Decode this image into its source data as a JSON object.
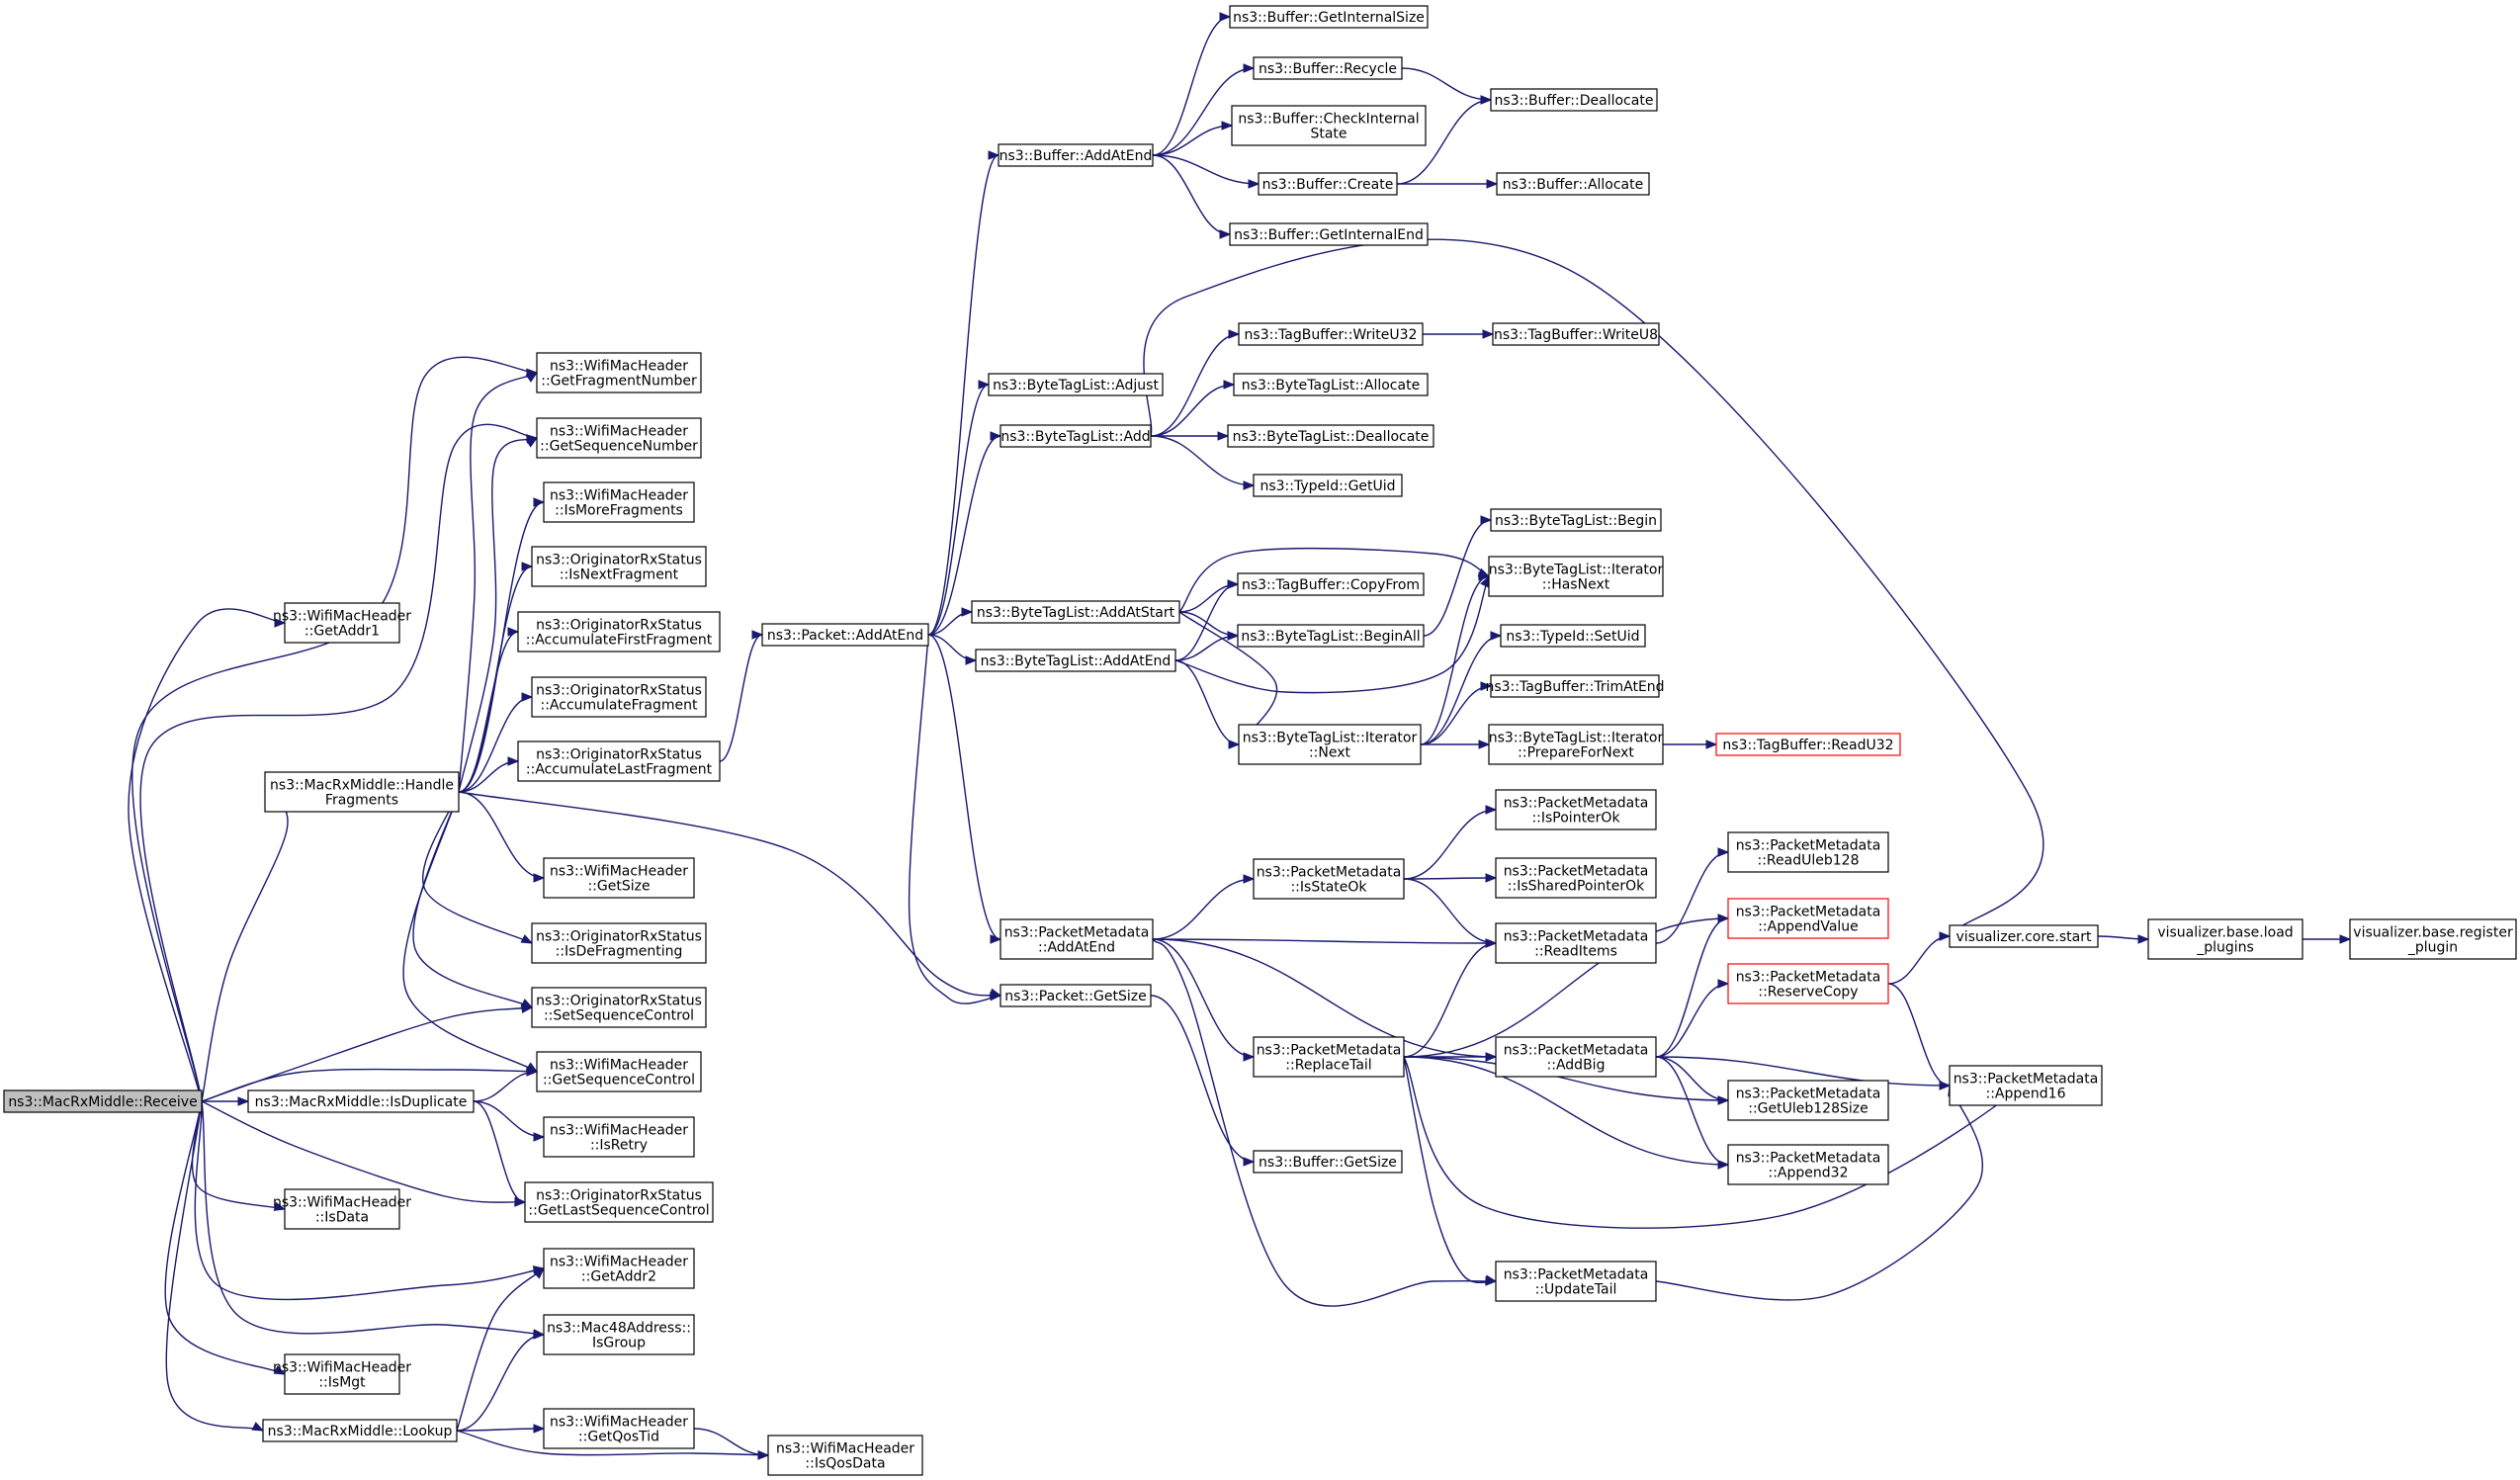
{
  "nodes": [
    {
      "id": "receive",
      "lines": [
        "ns3::MacRxMiddle::Receive"
      ],
      "style": "highlight"
    },
    {
      "id": "getaddr1",
      "lines": [
        "ns3::WifiMacHeader",
        "::GetAddr1"
      ]
    },
    {
      "id": "handlefrag",
      "lines": [
        "ns3::MacRxMiddle::Handle",
        "Fragments"
      ]
    },
    {
      "id": "isduplicate",
      "lines": [
        "ns3::MacRxMiddle::IsDuplicate"
      ]
    },
    {
      "id": "isdata",
      "lines": [
        "ns3::WifiMacHeader",
        "::IsData"
      ]
    },
    {
      "id": "ismgt",
      "lines": [
        "ns3::WifiMacHeader",
        "::IsMgt"
      ]
    },
    {
      "id": "lookup",
      "lines": [
        "ns3::MacRxMiddle::Lookup"
      ]
    },
    {
      "id": "getfragnum",
      "lines": [
        "ns3::WifiMacHeader",
        "::GetFragmentNumber"
      ]
    },
    {
      "id": "getseqnum",
      "lines": [
        "ns3::WifiMacHeader",
        "::GetSequenceNumber"
      ]
    },
    {
      "id": "ismorefrag",
      "lines": [
        "ns3::WifiMacHeader",
        "::IsMoreFragments"
      ]
    },
    {
      "id": "isnextfrag",
      "lines": [
        "ns3::OriginatorRxStatus",
        "::IsNextFragment"
      ]
    },
    {
      "id": "accfirst",
      "lines": [
        "ns3::OriginatorRxStatus",
        "::AccumulateFirstFragment"
      ]
    },
    {
      "id": "accfrag",
      "lines": [
        "ns3::OriginatorRxStatus",
        "::AccumulateFragment"
      ]
    },
    {
      "id": "acclast",
      "lines": [
        "ns3::OriginatorRxStatus",
        "::AccumulateLastFragment"
      ]
    },
    {
      "id": "getsize_w",
      "lines": [
        "ns3::WifiMacHeader",
        "::GetSize"
      ]
    },
    {
      "id": "isdefrag",
      "lines": [
        "ns3::OriginatorRxStatus",
        "::IsDeFragmenting"
      ]
    },
    {
      "id": "setseqctl",
      "lines": [
        "ns3::OriginatorRxStatus",
        "::SetSequenceControl"
      ]
    },
    {
      "id": "getseqctl",
      "lines": [
        "ns3::WifiMacHeader",
        "::GetSequenceControl"
      ]
    },
    {
      "id": "isretry",
      "lines": [
        "ns3::WifiMacHeader",
        "::IsRetry"
      ]
    },
    {
      "id": "getlastseqctl",
      "lines": [
        "ns3::OriginatorRxStatus",
        "::GetLastSequenceControl"
      ]
    },
    {
      "id": "getaddr2",
      "lines": [
        "ns3::WifiMacHeader",
        "::GetAddr2"
      ]
    },
    {
      "id": "isgroup",
      "lines": [
        "ns3::Mac48Address::",
        "IsGroup"
      ]
    },
    {
      "id": "getqostid",
      "lines": [
        "ns3::WifiMacHeader",
        "::GetQosTid"
      ]
    },
    {
      "id": "isqosdata",
      "lines": [
        "ns3::WifiMacHeader",
        "::IsQosData"
      ]
    },
    {
      "id": "pkt_addatend",
      "lines": [
        "ns3::Packet::AddAtEnd"
      ]
    },
    {
      "id": "pkt_getsize",
      "lines": [
        "ns3::Packet::GetSize"
      ]
    },
    {
      "id": "buf_addatend",
      "lines": [
        "ns3::Buffer::AddAtEnd"
      ]
    },
    {
      "id": "btl_adjust",
      "lines": [
        "ns3::ByteTagList::Adjust"
      ]
    },
    {
      "id": "btl_add",
      "lines": [
        "ns3::ByteTagList::Add"
      ]
    },
    {
      "id": "btl_addatstart",
      "lines": [
        "ns3::ByteTagList::AddAtStart"
      ]
    },
    {
      "id": "btl_addatend",
      "lines": [
        "ns3::ByteTagList::AddAtEnd"
      ]
    },
    {
      "id": "pm_addatend",
      "lines": [
        "ns3::PacketMetadata",
        "::AddAtEnd"
      ]
    },
    {
      "id": "buf_getinternalsize",
      "lines": [
        "ns3::Buffer::GetInternalSize"
      ]
    },
    {
      "id": "buf_recycle",
      "lines": [
        "ns3::Buffer::Recycle"
      ]
    },
    {
      "id": "buf_checkinternal",
      "lines": [
        "ns3::Buffer::CheckInternal",
        "State"
      ]
    },
    {
      "id": "buf_create",
      "lines": [
        "ns3::Buffer::Create"
      ]
    },
    {
      "id": "buf_getinternalend",
      "lines": [
        "ns3::Buffer::GetInternalEnd"
      ]
    },
    {
      "id": "buf_deallocate",
      "lines": [
        "ns3::Buffer::Deallocate"
      ]
    },
    {
      "id": "buf_allocate",
      "lines": [
        "ns3::Buffer::Allocate"
      ]
    },
    {
      "id": "tb_writeu32",
      "lines": [
        "ns3::TagBuffer::WriteU32"
      ]
    },
    {
      "id": "tb_writeu8",
      "lines": [
        "ns3::TagBuffer::WriteU8"
      ]
    },
    {
      "id": "btl_allocate",
      "lines": [
        "ns3::ByteTagList::Allocate"
      ]
    },
    {
      "id": "btl_deallocate",
      "lines": [
        "ns3::ByteTagList::Deallocate"
      ]
    },
    {
      "id": "typeid_getuid",
      "lines": [
        "ns3::TypeId::GetUid"
      ]
    },
    {
      "id": "btl_begin",
      "lines": [
        "ns3::ByteTagList::Begin"
      ]
    },
    {
      "id": "tb_copyfrom",
      "lines": [
        "ns3::TagBuffer::CopyFrom"
      ]
    },
    {
      "id": "btl_it_hasnext",
      "lines": [
        "ns3::ByteTagList::Iterator",
        "::HasNext"
      ]
    },
    {
      "id": "btl_beginall",
      "lines": [
        "ns3::ByteTagList::BeginAll"
      ]
    },
    {
      "id": "typeid_setuid",
      "lines": [
        "ns3::TypeId::SetUid"
      ]
    },
    {
      "id": "tb_trimatend",
      "lines": [
        "ns3::TagBuffer::TrimAtEnd"
      ]
    },
    {
      "id": "btl_it_next",
      "lines": [
        "ns3::ByteTagList::Iterator",
        "::Next"
      ]
    },
    {
      "id": "btl_it_prepare",
      "lines": [
        "ns3::ByteTagList::Iterator",
        "::PrepareForNext"
      ]
    },
    {
      "id": "tb_readu32",
      "lines": [
        "ns3::TagBuffer::ReadU32"
      ],
      "style": "red"
    },
    {
      "id": "pm_ispointerok",
      "lines": [
        "ns3::PacketMetadata",
        "::IsPointerOk"
      ]
    },
    {
      "id": "pm_isstateok",
      "lines": [
        "ns3::PacketMetadata",
        "::IsStateOk"
      ]
    },
    {
      "id": "pm_issharedpointerok",
      "lines": [
        "ns3::PacketMetadata",
        "::IsSharedPointerOk"
      ]
    },
    {
      "id": "pm_readuleb128",
      "lines": [
        "ns3::PacketMetadata",
        "::ReadUleb128"
      ]
    },
    {
      "id": "pm_readitems",
      "lines": [
        "ns3::PacketMetadata",
        "::ReadItems"
      ]
    },
    {
      "id": "pm_appendvalue",
      "lines": [
        "ns3::PacketMetadata",
        "::AppendValue"
      ],
      "style": "red"
    },
    {
      "id": "pm_reservecopy",
      "lines": [
        "ns3::PacketMetadata",
        "::ReserveCopy"
      ],
      "style": "red"
    },
    {
      "id": "vis_core_start",
      "lines": [
        "visualizer.core.start"
      ]
    },
    {
      "id": "vis_base_load",
      "lines": [
        "visualizer.base.load",
        "_plugins"
      ]
    },
    {
      "id": "vis_base_register",
      "lines": [
        "visualizer.base.register",
        "_plugin"
      ]
    },
    {
      "id": "pm_replacetail",
      "lines": [
        "ns3::PacketMetadata",
        "::ReplaceTail"
      ]
    },
    {
      "id": "pm_addbig",
      "lines": [
        "ns3::PacketMetadata",
        "::AddBig"
      ]
    },
    {
      "id": "pm_getuleb128size",
      "lines": [
        "ns3::PacketMetadata",
        "::GetUleb128Size"
      ]
    },
    {
      "id": "pm_append16",
      "lines": [
        "ns3::PacketMetadata",
        "::Append16"
      ]
    },
    {
      "id": "pm_append32",
      "lines": [
        "ns3::PacketMetadata",
        "::Append32"
      ]
    },
    {
      "id": "pm_updatetail",
      "lines": [
        "ns3::PacketMetadata",
        "::UpdateTail"
      ]
    },
    {
      "id": "buf_getsize",
      "lines": [
        "ns3::Buffer::GetSize"
      ]
    }
  ],
  "edges": [
    [
      "receive",
      "getaddr1"
    ],
    [
      "receive",
      "handlefrag"
    ],
    [
      "receive",
      "isduplicate"
    ],
    [
      "receive",
      "isdata"
    ],
    [
      "receive",
      "ismgt"
    ],
    [
      "receive",
      "lookup"
    ],
    [
      "receive",
      "getfragnum"
    ],
    [
      "receive",
      "getseqnum"
    ],
    [
      "receive",
      "setseqctl"
    ],
    [
      "receive",
      "getseqctl"
    ],
    [
      "receive",
      "getlastseqctl"
    ],
    [
      "receive",
      "getaddr2"
    ],
    [
      "receive",
      "isgroup"
    ],
    [
      "handlefrag",
      "getfragnum"
    ],
    [
      "handlefrag",
      "getseqnum"
    ],
    [
      "handlefrag",
      "ismorefrag"
    ],
    [
      "handlefrag",
      "isnextfrag"
    ],
    [
      "handlefrag",
      "accfirst"
    ],
    [
      "handlefrag",
      "accfrag"
    ],
    [
      "handlefrag",
      "acclast"
    ],
    [
      "handlefrag",
      "getsize_w"
    ],
    [
      "handlefrag",
      "isdefrag"
    ],
    [
      "handlefrag",
      "setseqctl"
    ],
    [
      "handlefrag",
      "getseqctl"
    ],
    [
      "handlefrag",
      "pkt_getsize"
    ],
    [
      "isduplicate",
      "getseqctl"
    ],
    [
      "isduplicate",
      "isretry"
    ],
    [
      "isduplicate",
      "getlastseqctl"
    ],
    [
      "lookup",
      "getaddr2"
    ],
    [
      "lookup",
      "isgroup"
    ],
    [
      "lookup",
      "getqostid"
    ],
    [
      "lookup",
      "isqosdata"
    ],
    [
      "getqostid",
      "isqosdata"
    ],
    [
      "acclast",
      "pkt_addatend"
    ],
    [
      "pkt_addatend",
      "buf_addatend"
    ],
    [
      "pkt_addatend",
      "btl_adjust"
    ],
    [
      "pkt_addatend",
      "btl_add"
    ],
    [
      "pkt_addatend",
      "btl_addatstart"
    ],
    [
      "pkt_addatend",
      "btl_addatend"
    ],
    [
      "pkt_addatend",
      "pm_addatend"
    ],
    [
      "pkt_addatend",
      "pkt_getsize"
    ],
    [
      "buf_addatend",
      "buf_getinternalsize"
    ],
    [
      "buf_addatend",
      "buf_recycle"
    ],
    [
      "buf_addatend",
      "buf_checkinternal"
    ],
    [
      "buf_addatend",
      "buf_create"
    ],
    [
      "buf_addatend",
      "buf_getinternalend"
    ],
    [
      "buf_recycle",
      "buf_deallocate"
    ],
    [
      "buf_create",
      "buf_deallocate"
    ],
    [
      "buf_create",
      "buf_allocate"
    ],
    [
      "btl_add",
      "tb_writeu32"
    ],
    [
      "btl_add",
      "btl_allocate"
    ],
    [
      "btl_add",
      "btl_deallocate"
    ],
    [
      "btl_add",
      "typeid_getuid"
    ],
    [
      "btl_add",
      "vis_core_start"
    ],
    [
      "tb_writeu32",
      "tb_writeu8"
    ],
    [
      "btl_addatstart",
      "tb_copyfrom"
    ],
    [
      "btl_addatstart",
      "btl_beginall"
    ],
    [
      "btl_addatstart",
      "btl_it_hasnext"
    ],
    [
      "btl_addatstart",
      "btl_it_next"
    ],
    [
      "btl_addatend",
      "tb_copyfrom"
    ],
    [
      "btl_addatend",
      "btl_beginall"
    ],
    [
      "btl_addatend",
      "btl_it_hasnext"
    ],
    [
      "btl_addatend",
      "btl_it_next"
    ],
    [
      "btl_beginall",
      "btl_begin"
    ],
    [
      "btl_it_next",
      "btl_it_hasnext"
    ],
    [
      "btl_it_next",
      "typeid_setuid"
    ],
    [
      "btl_it_next",
      "tb_trimatend"
    ],
    [
      "btl_it_next",
      "btl_it_prepare"
    ],
    [
      "btl_it_prepare",
      "tb_readu32"
    ],
    [
      "pm_addatend",
      "pm_isstateok"
    ],
    [
      "pm_addatend",
      "pm_readitems"
    ],
    [
      "pm_addatend",
      "pm_replacetail"
    ],
    [
      "pm_addatend",
      "pm_addbig"
    ],
    [
      "pm_addatend",
      "pm_updatetail"
    ],
    [
      "pm_isstateok",
      "pm_ispointerok"
    ],
    [
      "pm_isstateok",
      "pm_issharedpointerok"
    ],
    [
      "pm_isstateok",
      "pm_readitems"
    ],
    [
      "pm_readitems",
      "pm_readuleb128"
    ],
    [
      "pm_replacetail",
      "pm_readitems"
    ],
    [
      "pm_replacetail",
      "pm_appendvalue"
    ],
    [
      "pm_replacetail",
      "pm_addbig"
    ],
    [
      "pm_replacetail",
      "pm_getuleb128size"
    ],
    [
      "pm_replacetail",
      "pm_append32"
    ],
    [
      "pm_replacetail",
      "pm_append16"
    ],
    [
      "pm_replacetail",
      "pm_updatetail"
    ],
    [
      "pm_addbig",
      "pm_appendvalue"
    ],
    [
      "pm_addbig",
      "pm_reservecopy"
    ],
    [
      "pm_addbig",
      "pm_getuleb128size"
    ],
    [
      "pm_addbig",
      "pm_append16"
    ],
    [
      "pm_addbig",
      "pm_append32"
    ],
    [
      "pm_reservecopy",
      "vis_core_start"
    ],
    [
      "pm_reservecopy",
      "pm_append16"
    ],
    [
      "pm_updatetail",
      "pm_append16"
    ],
    [
      "vis_core_start",
      "vis_base_load"
    ],
    [
      "vis_base_load",
      "vis_base_register"
    ],
    [
      "pkt_getsize",
      "buf_getsize"
    ]
  ]
}
